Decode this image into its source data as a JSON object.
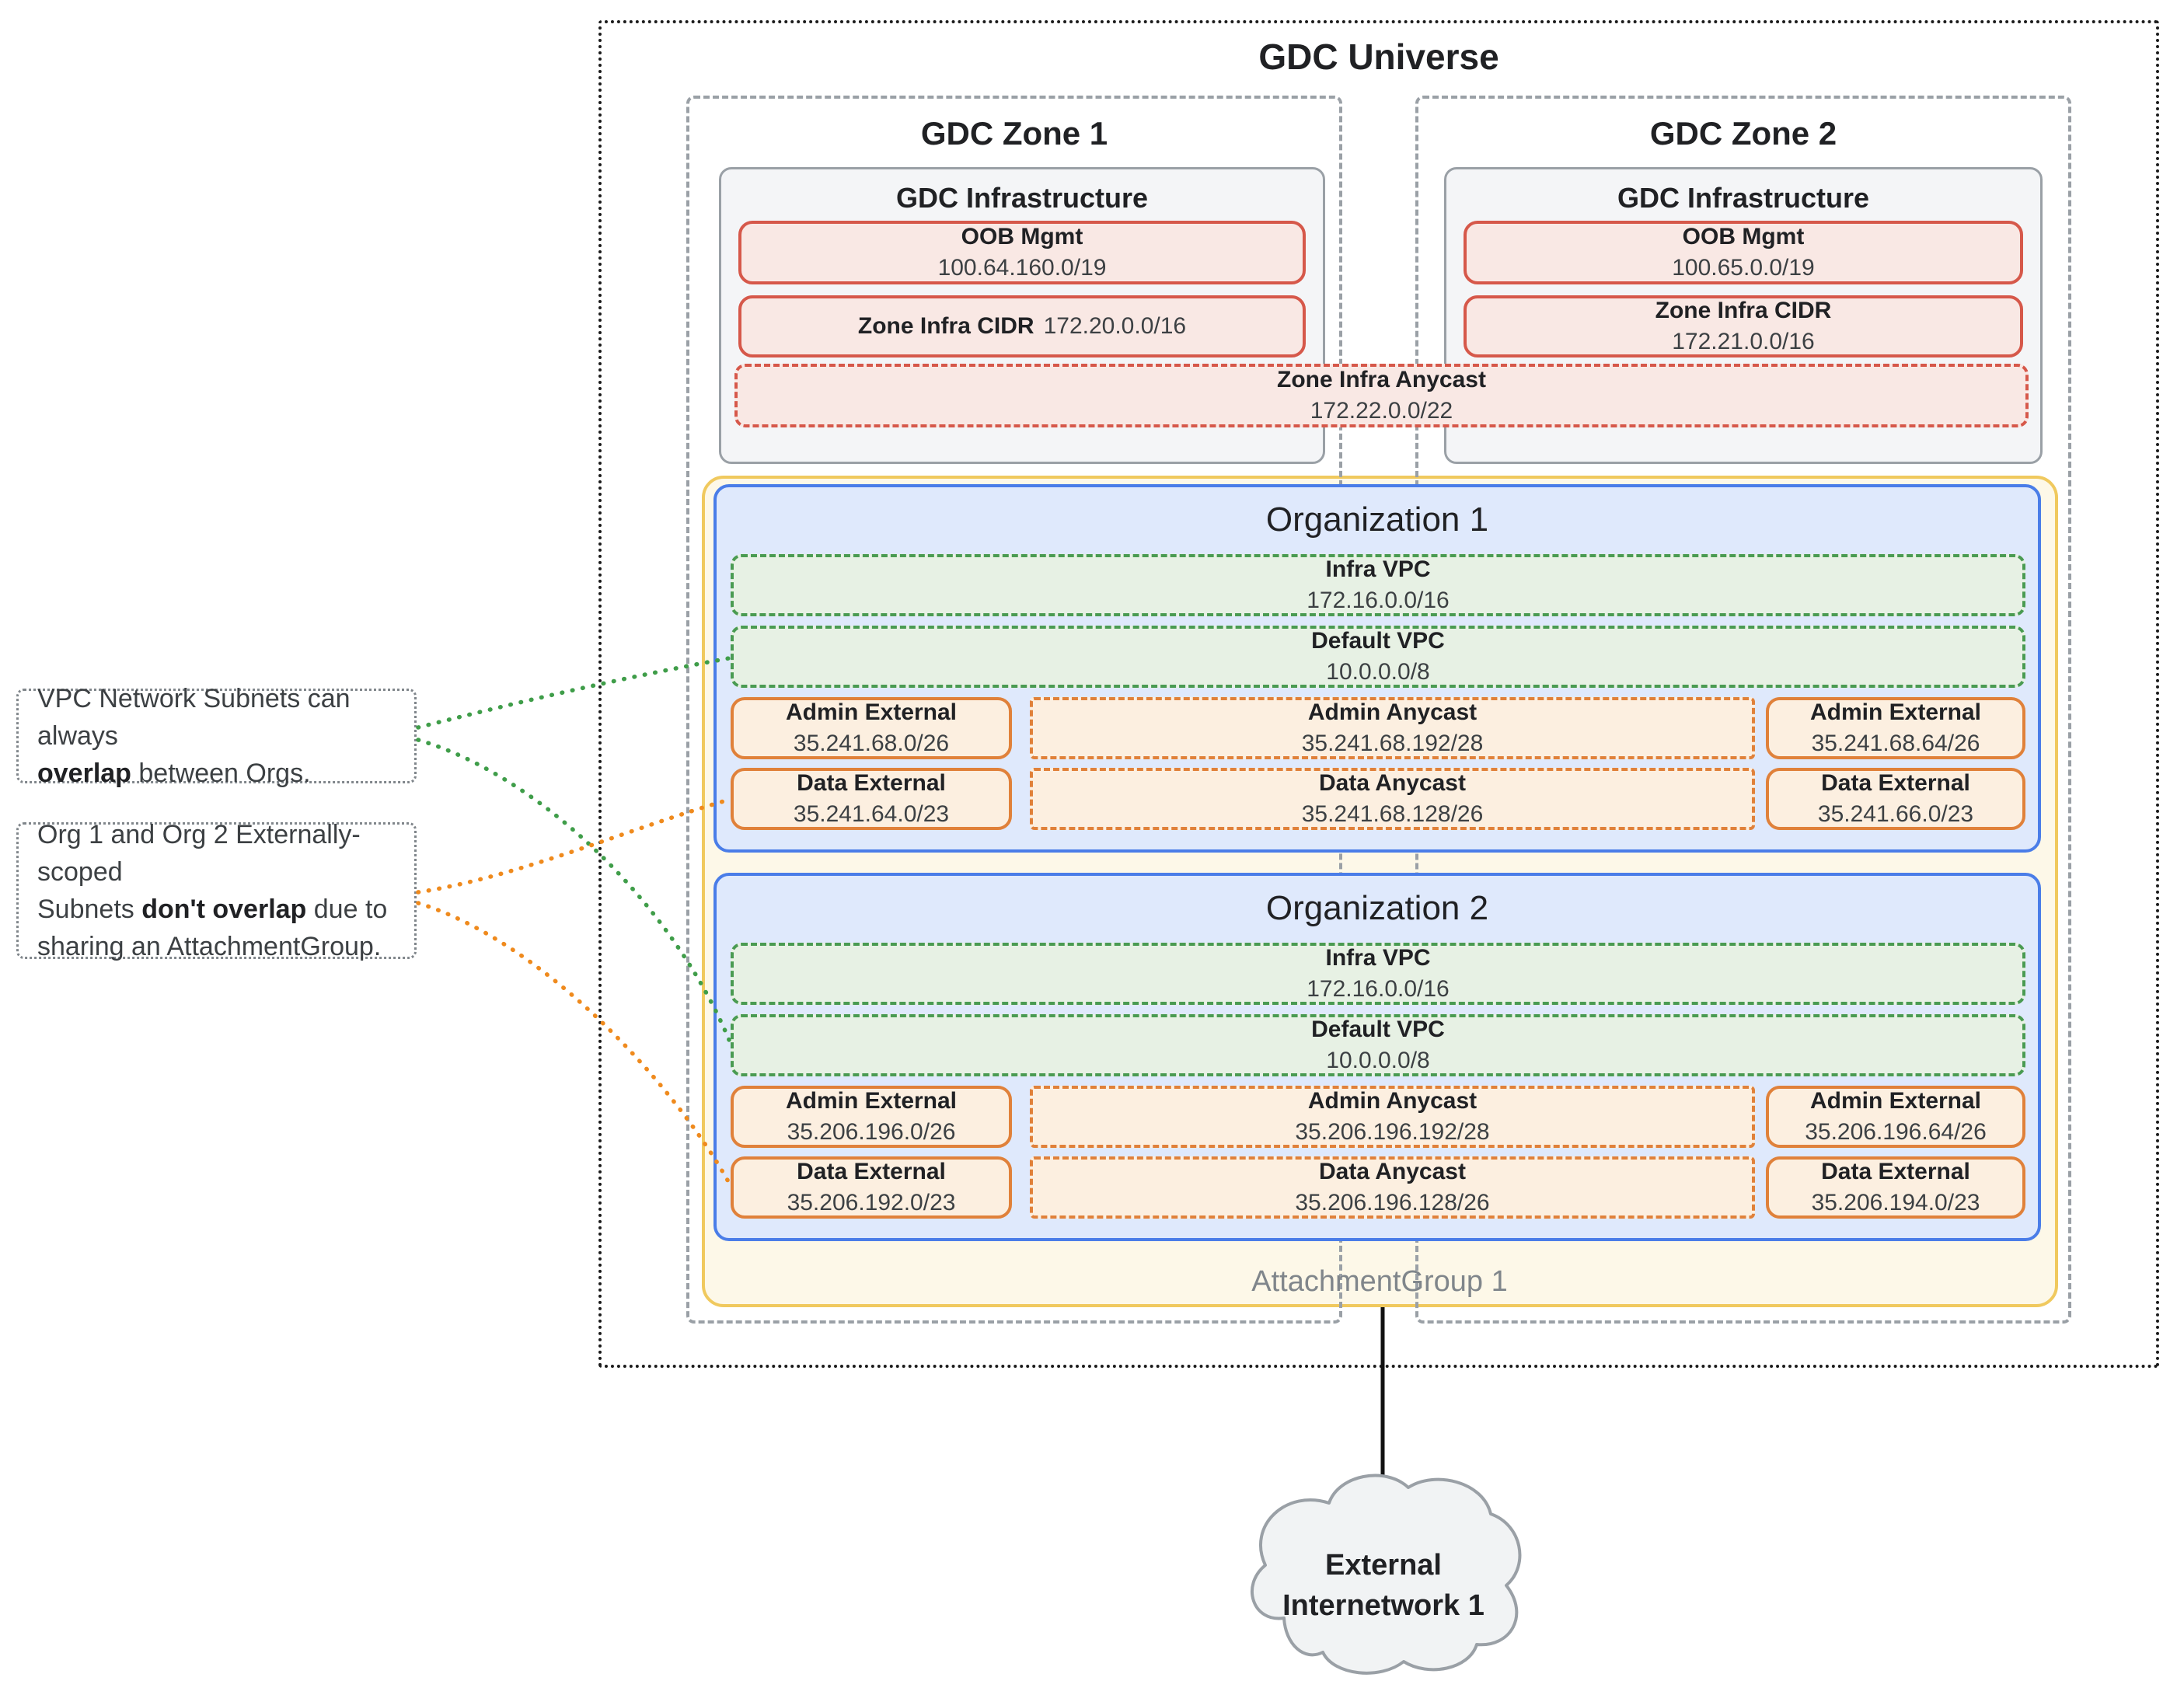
{
  "universe": {
    "title": "GDC Universe"
  },
  "zone1": {
    "title": "GDC Zone 1",
    "infra_title": "GDC Infrastructure",
    "oob_label": "OOB Mgmt",
    "oob_cidr": "100.64.160.0/19",
    "cidr_label": "Zone Infra CIDR",
    "cidr_value": "172.20.0.0/16"
  },
  "zone2": {
    "title": "GDC Zone 2",
    "infra_title": "GDC Infrastructure",
    "oob_label": "OOB Mgmt",
    "oob_cidr": "100.65.0.0/19",
    "cidr_label": "Zone Infra CIDR",
    "cidr_value": "172.21.0.0/16"
  },
  "anycast": {
    "label": "Zone Infra Anycast",
    "cidr": "172.22.0.0/22"
  },
  "attachment_group": {
    "label": "AttachmentGroup 1"
  },
  "org1": {
    "title": "Organization 1",
    "infra_vpc_label": "Infra VPC",
    "infra_vpc_cidr": "172.16.0.0/16",
    "default_vpc_label": "Default VPC",
    "default_vpc_cidr": "10.0.0.0/8",
    "admin_ext_left_label": "Admin External",
    "admin_ext_left_cidr": "35.241.68.0/26",
    "admin_anycast_label": "Admin Anycast",
    "admin_anycast_cidr": "35.241.68.192/28",
    "admin_ext_right_label": "Admin External",
    "admin_ext_right_cidr": "35.241.68.64/26",
    "data_ext_left_label": "Data External",
    "data_ext_left_cidr": "35.241.64.0/23",
    "data_anycast_label": "Data Anycast",
    "data_anycast_cidr": "35.241.68.128/26",
    "data_ext_right_label": "Data External",
    "data_ext_right_cidr": "35.241.66.0/23"
  },
  "org2": {
    "title": "Organization 2",
    "infra_vpc_label": "Infra VPC",
    "infra_vpc_cidr": "172.16.0.0/16",
    "default_vpc_label": "Default VPC",
    "default_vpc_cidr": "10.0.0.0/8",
    "admin_ext_left_label": "Admin External",
    "admin_ext_left_cidr": "35.206.196.0/26",
    "admin_anycast_label": "Admin Anycast",
    "admin_anycast_cidr": "35.206.196.192/28",
    "admin_ext_right_label": "Admin External",
    "admin_ext_right_cidr": "35.206.196.64/26",
    "data_ext_left_label": "Data External",
    "data_ext_left_cidr": "35.206.192.0/23",
    "data_anycast_label": "Data Anycast",
    "data_anycast_cidr": "35.206.196.128/26",
    "data_ext_right_label": "Data External",
    "data_ext_right_cidr": "35.206.194.0/23"
  },
  "annotation1": {
    "line1": "VPC Network Subnets can always",
    "bold": "overlap",
    "rest": " between Orgs."
  },
  "annotation2": {
    "line1": "Org 1 and Org 2 Externally-scoped",
    "pre": "Subnets ",
    "bold": "don't overlap",
    "post": " due to",
    "line3": "sharing an AttachmentGroup."
  },
  "external_network": {
    "line1": "External",
    "line2": "Internetwork 1"
  },
  "colors": {
    "red_border": "#d6584a",
    "red_fill": "#f9e8e4",
    "green_border": "#4a9b52",
    "green_fill": "#e7f1e4",
    "orange_border": "#e0813a",
    "orange_fill": "#fcefe0",
    "blue_border": "#4a7de8",
    "blue_fill": "#dfe9fc",
    "yellow_border": "#f0c95e",
    "yellow_fill": "#fdf8e8",
    "gray_border": "#9aa0a6",
    "gray_fill": "#f4f5f7",
    "connector_green": "#3f9d49",
    "connector_orange": "#ef8a1d"
  }
}
